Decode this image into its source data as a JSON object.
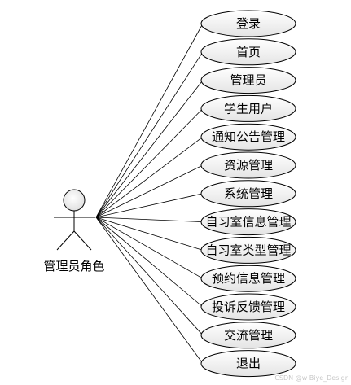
{
  "actor": {
    "label": "管理员角色",
    "icon": "stick-figure"
  },
  "use_cases": [
    {
      "label": "登录"
    },
    {
      "label": "首页"
    },
    {
      "label": "管理员"
    },
    {
      "label": "学生用户"
    },
    {
      "label": "通知公告管理"
    },
    {
      "label": "资源管理"
    },
    {
      "label": "系统管理"
    },
    {
      "label": "自习室信息管理"
    },
    {
      "label": "自习室类型管理"
    },
    {
      "label": "预约信息管理"
    },
    {
      "label": "投诉反馈管理"
    },
    {
      "label": "交流管理"
    },
    {
      "label": "退出"
    }
  ],
  "watermark": "CSDN @w Biye_Desigr",
  "colors": {
    "ellipse_fill_top": "#ffffff",
    "ellipse_fill_bottom": "#e6e6e6",
    "stroke": "#000000",
    "watermark": "#c8c8c8"
  }
}
